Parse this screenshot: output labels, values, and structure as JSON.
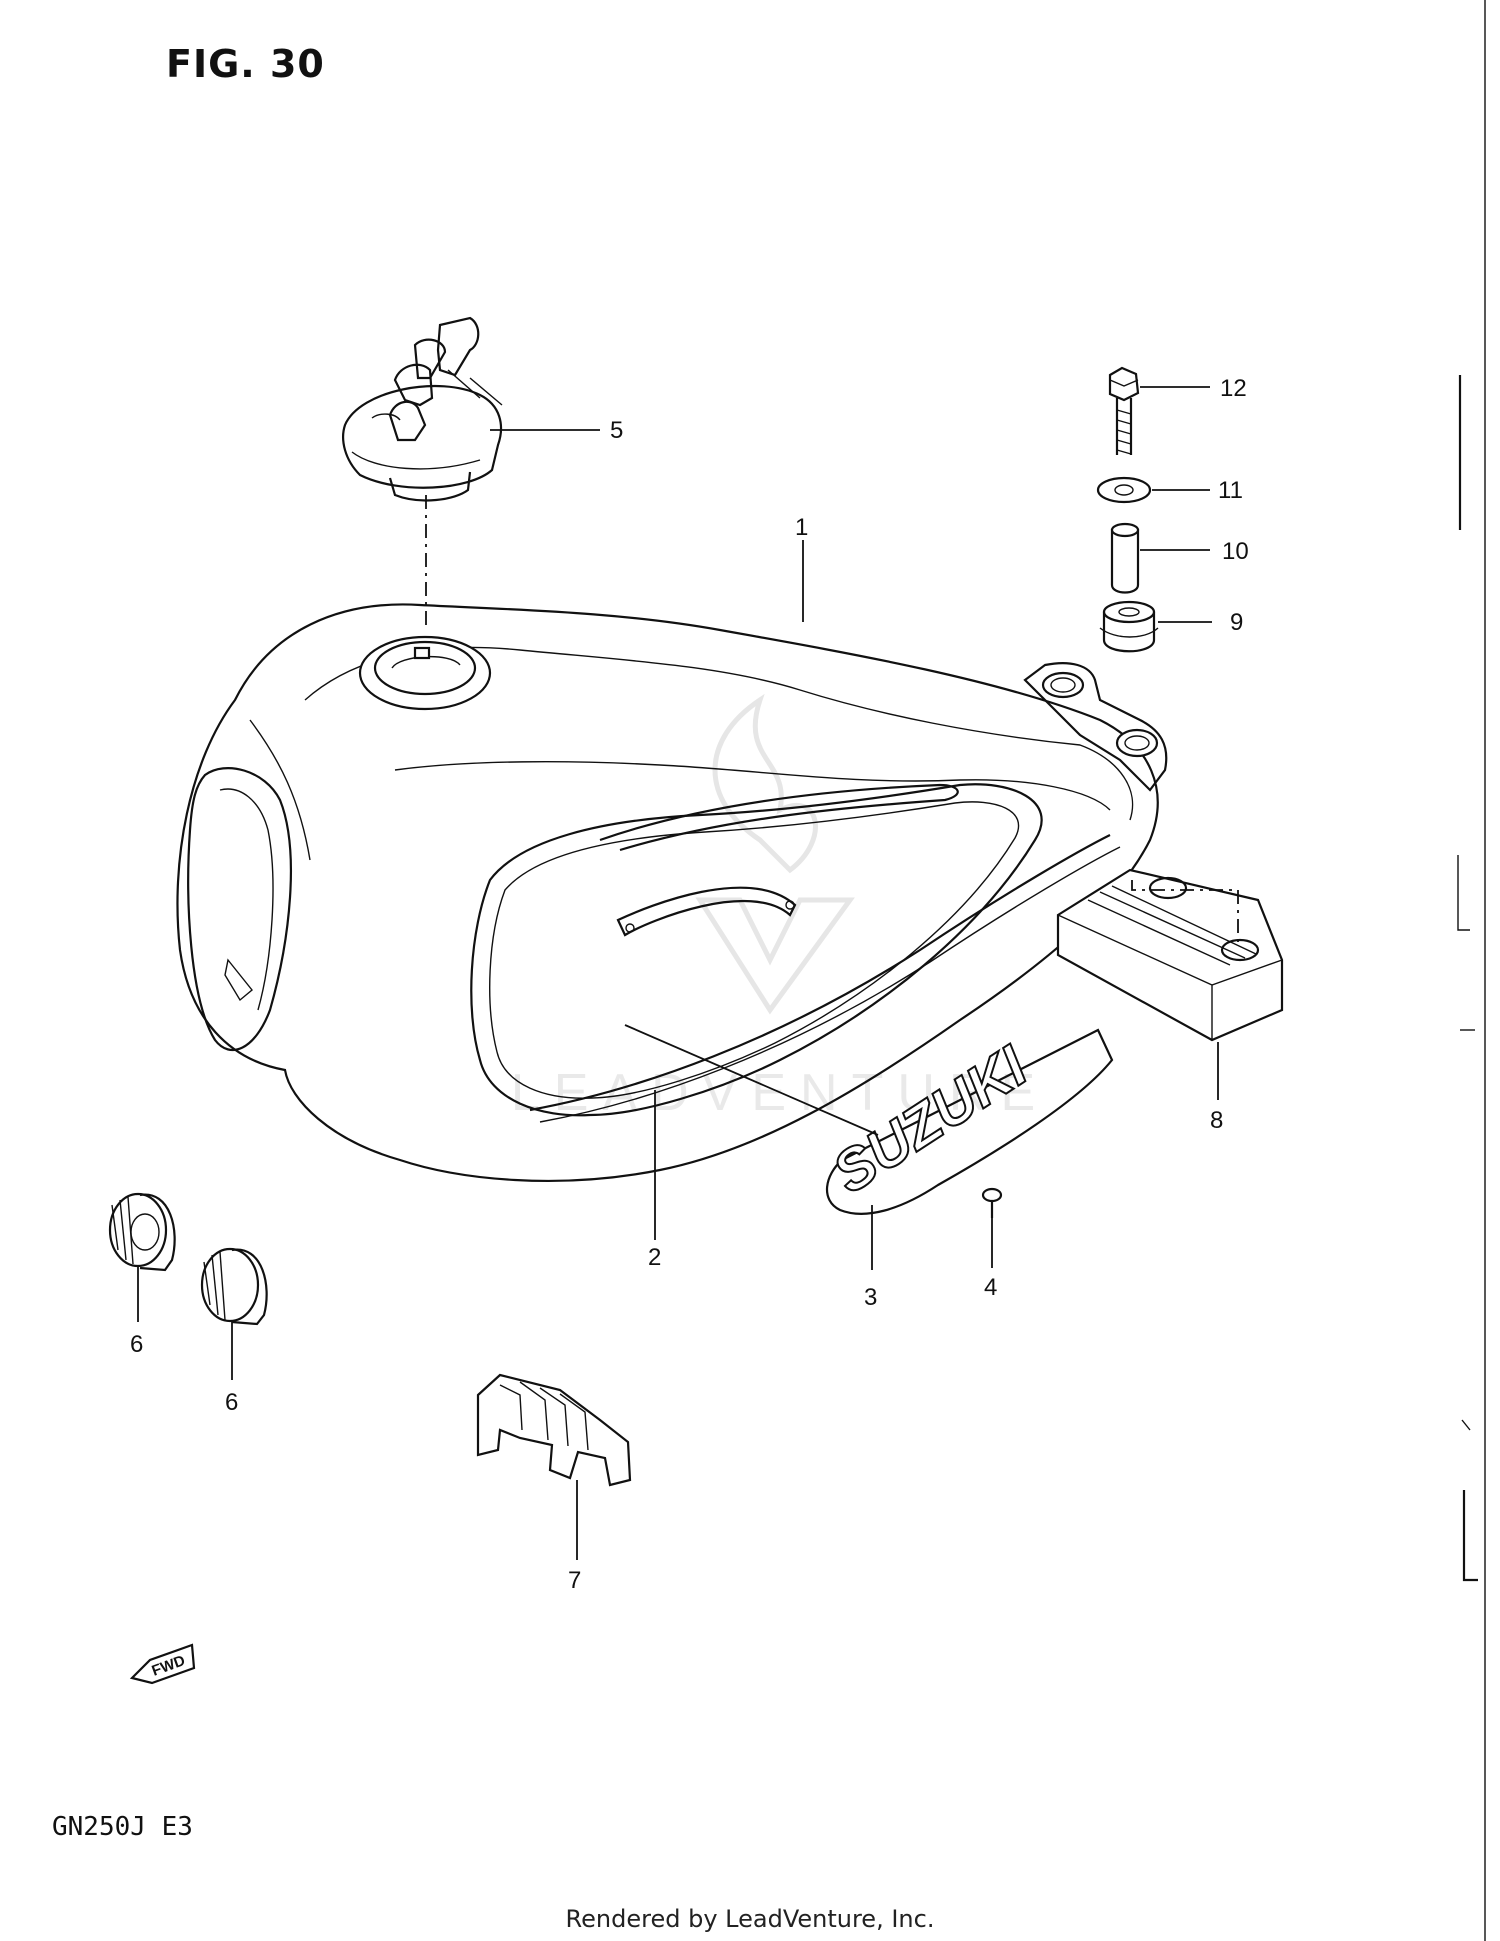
{
  "figure": {
    "title": "FIG. 30",
    "model_code": "GN250J  E3",
    "footer": "Rendered by LeadVenture, Inc."
  },
  "fwd_badge": "FWD",
  "emblem_text": "SUZUKI",
  "watermark_text": "LEADVENTURE",
  "callouts": [
    "1",
    "2",
    "3",
    "4",
    "5",
    "6",
    "6",
    "7",
    "8",
    "9",
    "10",
    "11",
    "12"
  ],
  "colors": {
    "ink": "#111111",
    "paper": "#ffffff",
    "watermark": "#e6e6e6"
  }
}
